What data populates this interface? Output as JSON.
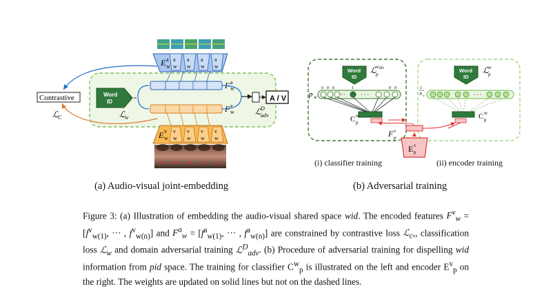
{
  "figure": {
    "left_panel": {
      "encoder_audio_label": "Eᵃw",
      "encoder_video_label": "Eᵛw",
      "feature_audio_label": "Fᵃw",
      "feature_video_label": "Fᵛw",
      "contrastive_box": "Contrastive",
      "contrastive_loss": "ℒC",
      "word_id": "Word ID",
      "classification_loss": "ℒw",
      "av_box": "A / V",
      "adversarial_loss": "ℒᴰadv",
      "subcaption": "(a) Audio-visual joint-embedding"
    },
    "right_panel": {
      "classifier_word_id": "Word ID",
      "classifier_loss": "ℒᵂᵈⁱˢp",
      "encoder_word_id": "Word ID",
      "encoder_loss": "ℒᵂp",
      "pw_label": "pw",
      "classifier_label": "Cᵂp",
      "feature_label": "Fᵛp",
      "encoder_label": "Eᵛp",
      "uniform_label": "1/Nw",
      "bits_left": "0 0 0",
      "bit_one": "1",
      "bits_right": "0 0",
      "classifier_training": "(i) classifier training",
      "encoder_training": "(ii) encoder training",
      "subcaption": "(b) Adversarial training"
    }
  },
  "caption": {
    "p1": "Figure 3: (a) Illustration of embedding the audio-visual shared space ",
    "wid1": "wid",
    "p2": ". The encoded features ",
    "p3": " and ",
    "p4": " are constrained by contrastive loss ",
    "p5": ", classification loss ",
    "p6": " and domain adversarial training ",
    "p7": ". (b) Procedure of adversarial training for dispelling ",
    "wid2": "wid",
    "p8": " information from ",
    "pid": "pid",
    "p9": " space. The training for classifier ",
    "p10": " is illustrated on the left and encoder ",
    "p11": " on the right. The weights are updated on solid lines but not on the dashed lines."
  }
}
